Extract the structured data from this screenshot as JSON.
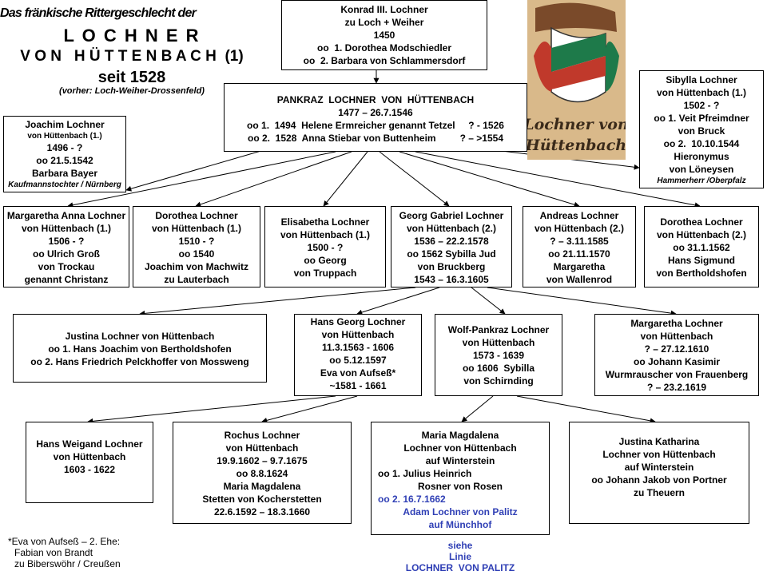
{
  "title": {
    "line1": "Das fränkische Rittergeschlecht der",
    "line2": "L O C H N E R",
    "line3": "V O N   H Ü T T E N B A C H  (1)",
    "line4": "seit 1528",
    "line5": "(vorher: Loch-Weiher-Drossenfeld)"
  },
  "crest": {
    "text": "Lochner von Hüttenbach"
  },
  "persons": {
    "konrad": [
      "Konrad III. Lochner",
      "zu Loch + Weiher",
      "1450",
      "oo  1. Dorothea Modschiedler",
      "oo  2. Barbara von Schlammersdorf"
    ],
    "pankraz": [
      "PANKRAZ  LOCHNER  VON  HÜTTENBACH",
      "1477 – 26.7.1546",
      "oo 1.  1494  Helene Ermreicher genannt Tetzel     ? - 1526",
      "oo 2.  1528  Anna Stiebar von Buttenheim         ? – >1554"
    ],
    "joachim": [
      "Joachim Lochner",
      "von Hüttenbach (1.)",
      "1496 - ?",
      "oo 21.5.1542",
      "Barbara Bayer",
      "Kaufmannstochter / Nürnberg"
    ],
    "sibylla": [
      "Sibylla Lochner",
      "von Hüttenbach (1.)",
      "1502 - ?",
      "oo 1. Veit Pfreimdner",
      "von Bruck",
      "oo 2.  10.10.1544",
      "Hieronymus",
      "von Löneysen",
      "Hammerherr /Oberpfalz"
    ],
    "margaretha_anna": [
      "Margaretha Anna Lochner",
      "von Hüttenbach (1.)",
      "1506 - ?",
      "oo Ulrich Groß",
      "von Trockau",
      "genannt Christanz"
    ],
    "dorothea1": [
      "Dorothea Lochner",
      "von Hüttenbach (1.)",
      "1510 - ?",
      "oo 1540",
      "Joachim von Machwitz",
      "zu Lauterbach"
    ],
    "elisabetha": [
      "Elisabetha Lochner",
      "von Hüttenbach (1.)",
      "1500 - ?",
      "oo Georg",
      "von Truppach"
    ],
    "georg_gabriel": [
      "Georg Gabriel Lochner",
      "von Hüttenbach (2.)",
      "1536 – 22.2.1578",
      "oo 1562 Sybilla Jud",
      "von Bruckberg",
      "1543 – 16.3.1605"
    ],
    "andreas": [
      "Andreas Lochner",
      "von Hüttenbach (2.)",
      "? – 3.11.1585",
      "oo 21.11.1570",
      "Margaretha",
      "von Wallenrod"
    ],
    "dorothea2": [
      "Dorothea Lochner",
      "von Hüttenbach (2.)",
      "oo 31.1.1562",
      "Hans Sigmund",
      "von Bertholdshofen"
    ],
    "justina": [
      "Justina Lochner von Hüttenbach",
      "oo 1. Hans Joachim von Bertholdshofen",
      "oo 2. Hans Friedrich Pelckhoffer von Mossweng"
    ],
    "hans_georg": [
      "Hans Georg Lochner",
      "von Hüttenbach",
      "11.3.1563 - 1606",
      "oo 5.12.1597",
      "Eva von Aufseß*",
      "~1581 - 1661"
    ],
    "wolf_pankraz": [
      "Wolf-Pankraz Lochner",
      "von Hüttenbach",
      "1573 - 1639",
      "oo 1606  Sybilla",
      "von Schirnding"
    ],
    "margaretha2": [
      "Margaretha Lochner",
      "von Hüttenbach",
      "? – 27.12.1610",
      "oo Johann Kasimir",
      "Wurmrauscher von Frauenberg",
      "? – 23.2.1619"
    ],
    "hans_weigand": [
      "Hans Weigand Lochner",
      "von Hüttenbach",
      "1603 - 1622"
    ],
    "rochus": [
      "Rochus Lochner",
      "von Hüttenbach",
      "19.9.1602 – 9.7.1675",
      "oo 8.8.1624",
      "Maria Magdalena",
      "Stetten von Kocherstetten",
      "22.6.1592 – 18.3.1660"
    ],
    "maria_magdalena": [
      "Maria Magdalena",
      "Lochner von Hüttenbach",
      "auf Winterstein",
      "oo 1. Julius Heinrich",
      "Rosner von Rosen",
      "oo 2. 16.7.1662",
      "Adam Lochner von Palitz",
      "auf Münchhof"
    ],
    "justina_katharina": [
      "Justina Katharina",
      "Lochner von Hüttenbach",
      "auf Winterstein",
      "",
      "oo Johann Jakob von Portner",
      "zu Theuern"
    ]
  },
  "footnote": [
    "*Eva von Aufseß – 2. Ehe:",
    "Fabian von Brandt",
    "zu Biberswöhr / Creußen"
  ],
  "see_also": [
    "siehe",
    "Linie",
    "LOCHNER  VON PALITZ"
  ],
  "colors": {
    "blue": "#2f3fb5",
    "crest_red": "#c0392b",
    "crest_green": "#1e7a4a",
    "crest_bg": "#d9b98a"
  }
}
